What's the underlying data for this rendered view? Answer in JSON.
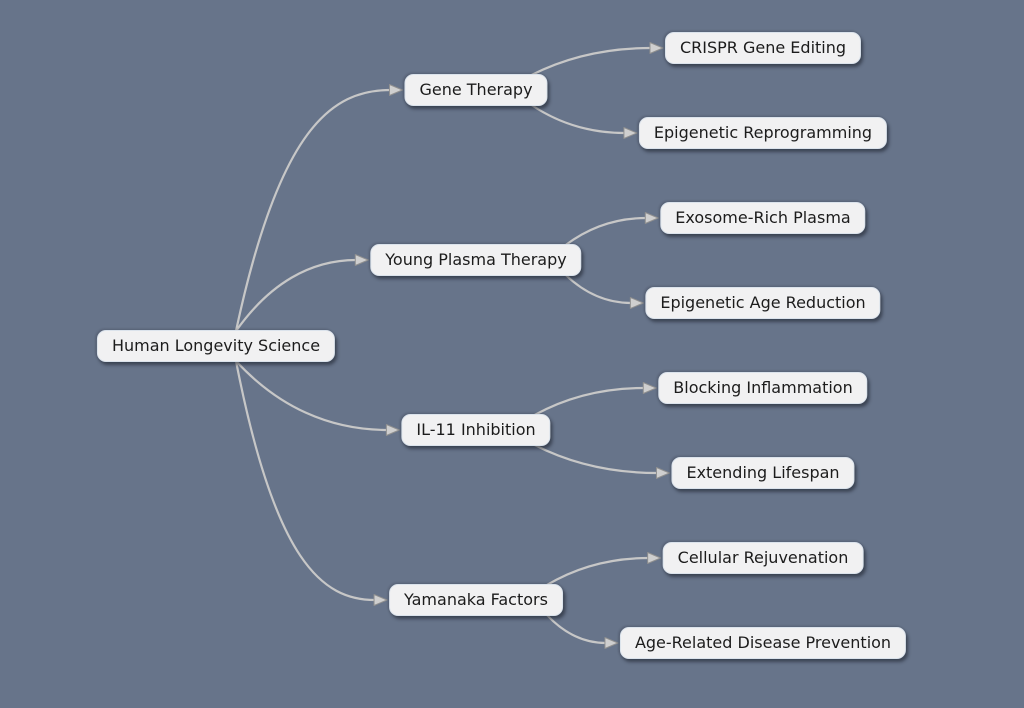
{
  "diagram": {
    "type": "mindmap",
    "colors": {
      "background": "#67748A",
      "node_bg": "#f1f1f2",
      "node_border": "#dbe3ec",
      "node_text": "#1c1c1c",
      "edge": "#c7c7c7",
      "arrow_fill": "#cfcfcf",
      "arrow_stroke": "#8f8f8f"
    },
    "root": {
      "label": "Human Longevity Science",
      "children": [
        {
          "label": "Gene Therapy",
          "children": [
            {
              "label": "CRISPR Gene Editing"
            },
            {
              "label": "Epigenetic Reprogramming"
            }
          ]
        },
        {
          "label": "Young Plasma Therapy",
          "children": [
            {
              "label": "Exosome-Rich Plasma"
            },
            {
              "label": "Epigenetic Age Reduction"
            }
          ]
        },
        {
          "label": "IL-11 Inhibition",
          "children": [
            {
              "label": "Blocking Inflammation"
            },
            {
              "label": "Extending Lifespan"
            }
          ]
        },
        {
          "label": "Yamanaka Factors",
          "children": [
            {
              "label": "Cellular Rejuvenation"
            },
            {
              "label": "Age-Related Disease Prevention"
            }
          ]
        }
      ]
    }
  }
}
